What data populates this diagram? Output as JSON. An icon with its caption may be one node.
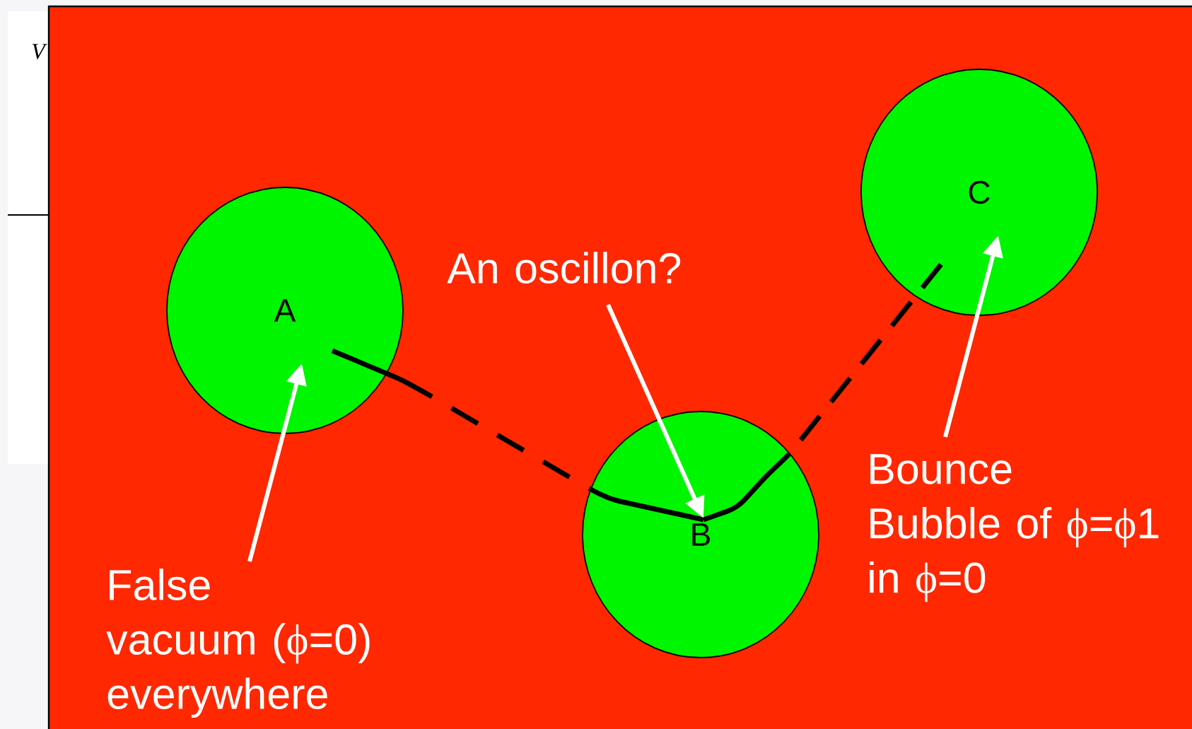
{
  "diagram": {
    "nodes": [
      {
        "text": [
          "A"
        ]
      },
      {
        "text": [
          "B"
        ]
      },
      {
        "text": [
          "C"
        ]
      },
      {
        "text": [
          "An oscillon?"
        ]
      },
      {
        "text": [
          "False vacuum (ϕ=0) everywhere"
        ]
      },
      {
        "text": [
          "Bounce",
          "Bubble of ϕ=ϕ1 in ϕ=0"
        ]
      }
    ],
    "edges": [
      {
        "from": 0,
        "to": 1,
        "arrow": "none",
        "style": "dashed",
        "color": "#000000"
      },
      {
        "from": 1,
        "to": 2,
        "arrow": "none",
        "style": "dashed",
        "color": "#000000"
      },
      {
        "from": 4,
        "to": 0,
        "arrow": "to"
      },
      {
        "from": 3,
        "to": 1,
        "arrow": "to"
      },
      {
        "from": 5,
        "to": 2,
        "arrow": "to"
      }
    ],
    "labels": [
      "V"
    ]
  }
}
